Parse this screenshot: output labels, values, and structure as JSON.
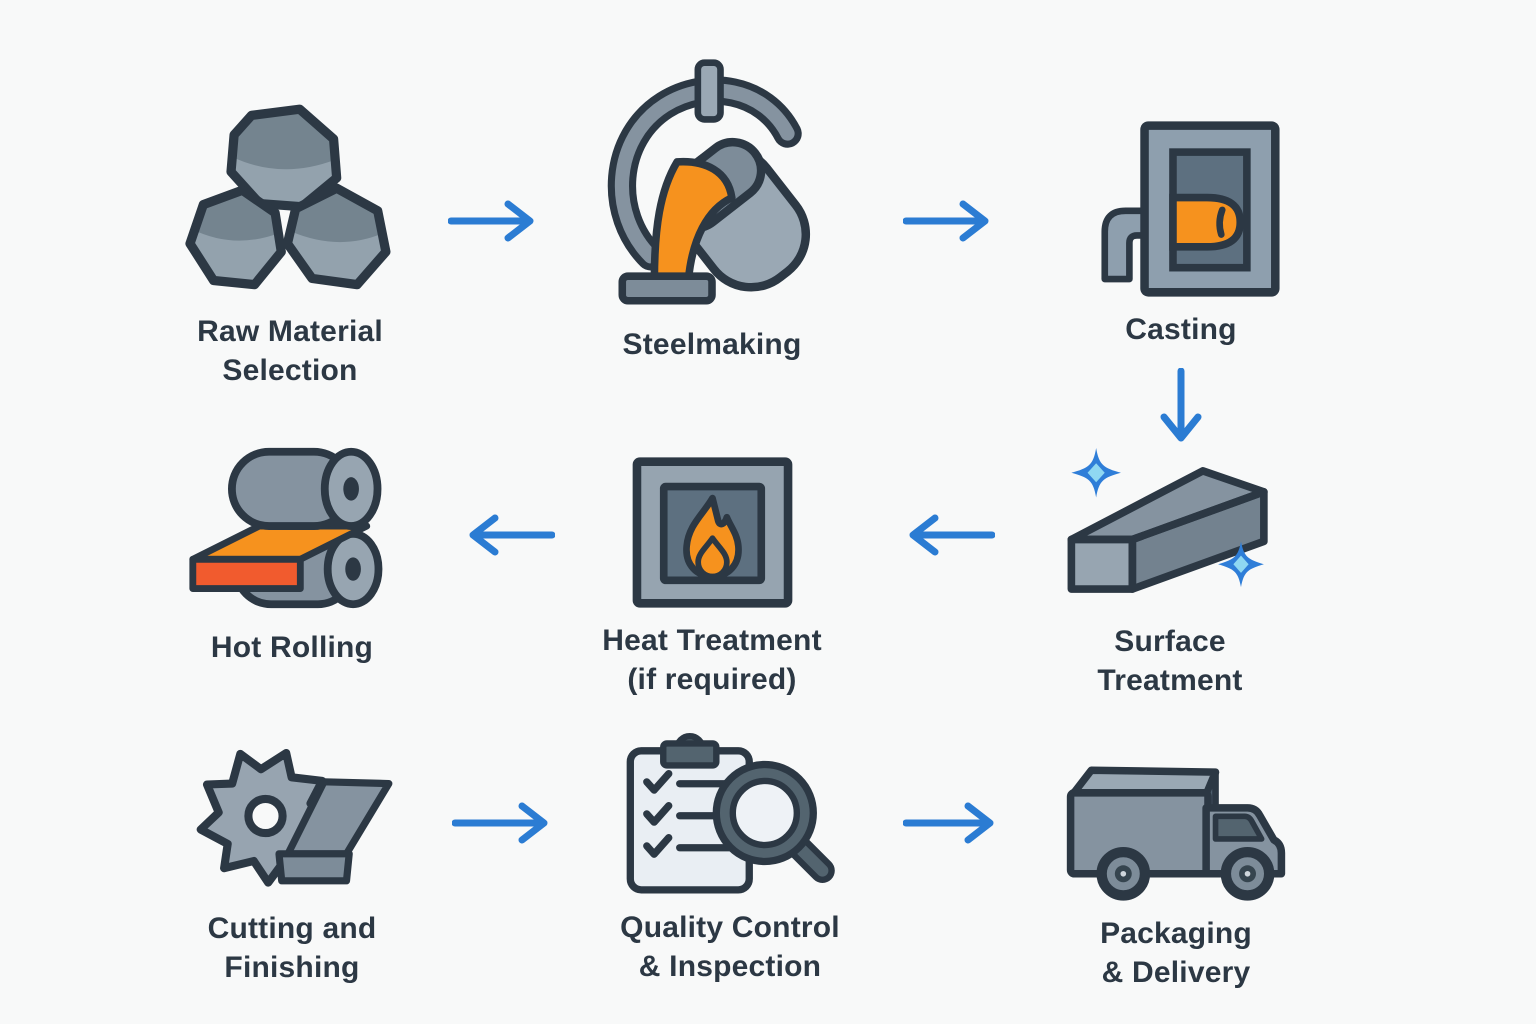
{
  "diagram": {
    "type": "process-flow",
    "rows": 3,
    "columns": 3
  },
  "colors": {
    "background": "#f8f9f9",
    "outline": "#2c3844",
    "arrow_blue": "#2b7cd3",
    "molten_orange": "#f6921e",
    "hot_slab_red_orange": "#f15b2e",
    "steel_light_gray": "#9aa8b4",
    "steel_mid_gray": "#8593a0",
    "steel_dark_slate": "#5d7080",
    "sparkle_blue": "#2f7ed8",
    "sparkle_inner_blue": "#8fd8f2",
    "paper_white": "#e9eef3",
    "label_text": "#2c3844"
  },
  "steps": [
    {
      "id": "raw-material-selection",
      "label": "Raw Material\nSelection",
      "icon": "iron-ore-rocks-icon"
    },
    {
      "id": "steelmaking",
      "label": "Steelmaking",
      "icon": "ladle-pouring-molten-steel-icon"
    },
    {
      "id": "casting",
      "label": "Casting",
      "icon": "casting-mold-icon"
    },
    {
      "id": "surface-treatment",
      "label": "Surface\nTreatment",
      "icon": "steel-beam-sparkle-icon"
    },
    {
      "id": "heat-treatment",
      "label": "Heat Treatment\n(if required)",
      "icon": "furnace-flame-icon"
    },
    {
      "id": "hot-rolling",
      "label": "Hot Rolling",
      "icon": "rolling-mill-icon"
    },
    {
      "id": "cutting-and-finishing",
      "label": "Cutting and\nFinishing",
      "icon": "circular-saw-icon"
    },
    {
      "id": "quality-control-inspection",
      "label": "Quality Control\n& Inspection",
      "icon": "clipboard-magnifier-icon"
    },
    {
      "id": "packaging-delivery",
      "label": "Packaging\n& Delivery",
      "icon": "delivery-truck-icon"
    }
  ],
  "connections": [
    {
      "from": "Raw Material Selection",
      "to": "Steelmaking",
      "direction": "right"
    },
    {
      "from": "Steelmaking",
      "to": "Casting",
      "direction": "right"
    },
    {
      "from": "Casting",
      "to": "Surface Treatment",
      "direction": "down"
    },
    {
      "from": "Surface Treatment",
      "to": "Heat Treatment (if required)",
      "direction": "left"
    },
    {
      "from": "Heat Treatment (if required)",
      "to": "Hot Rolling",
      "direction": "left"
    },
    {
      "from": "Cutting and Finishing",
      "to": "Quality Control & Inspection",
      "direction": "right"
    },
    {
      "from": "Quality Control & Inspection",
      "to": "Packaging & Delivery",
      "direction": "right"
    }
  ]
}
